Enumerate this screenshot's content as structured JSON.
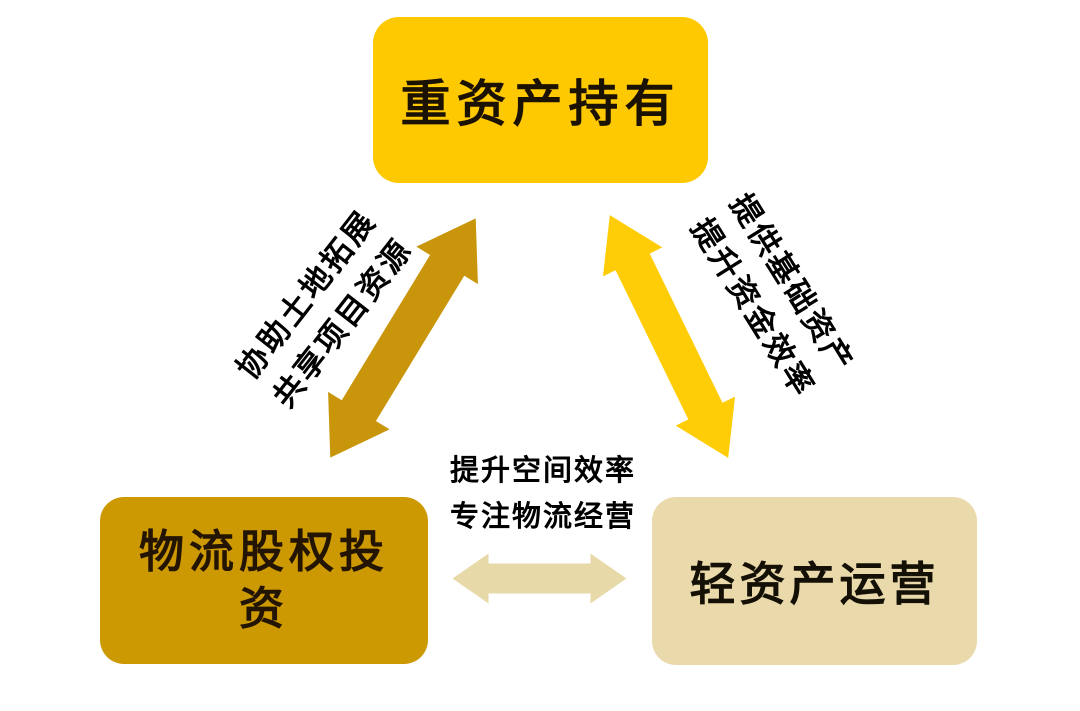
{
  "diagram": {
    "nodes": {
      "top": {
        "label": "重资产持有",
        "bg": "#FEC901",
        "text_color": "#1c1202"
      },
      "bottom_left": {
        "label": "物流股权投资",
        "bg": "#CC9903",
        "text_color": "#241503"
      },
      "bottom_right": {
        "label": "轻资产运营",
        "bg": "#EAD9AB",
        "text_color": "#141006"
      }
    },
    "edges": {
      "left": {
        "line1": "协助土地拓展",
        "line2": "共享项目资源",
        "arrow_color": "#C8950B"
      },
      "right": {
        "line1": "提供基础资产",
        "line2": "提升资金效率",
        "arrow_color": "#FFCD05"
      },
      "bottom": {
        "line1": "提升空间效率",
        "line2": "专注物流经营",
        "arrow_color": "#E7DAA8"
      }
    },
    "label_text_color": "#000000"
  }
}
